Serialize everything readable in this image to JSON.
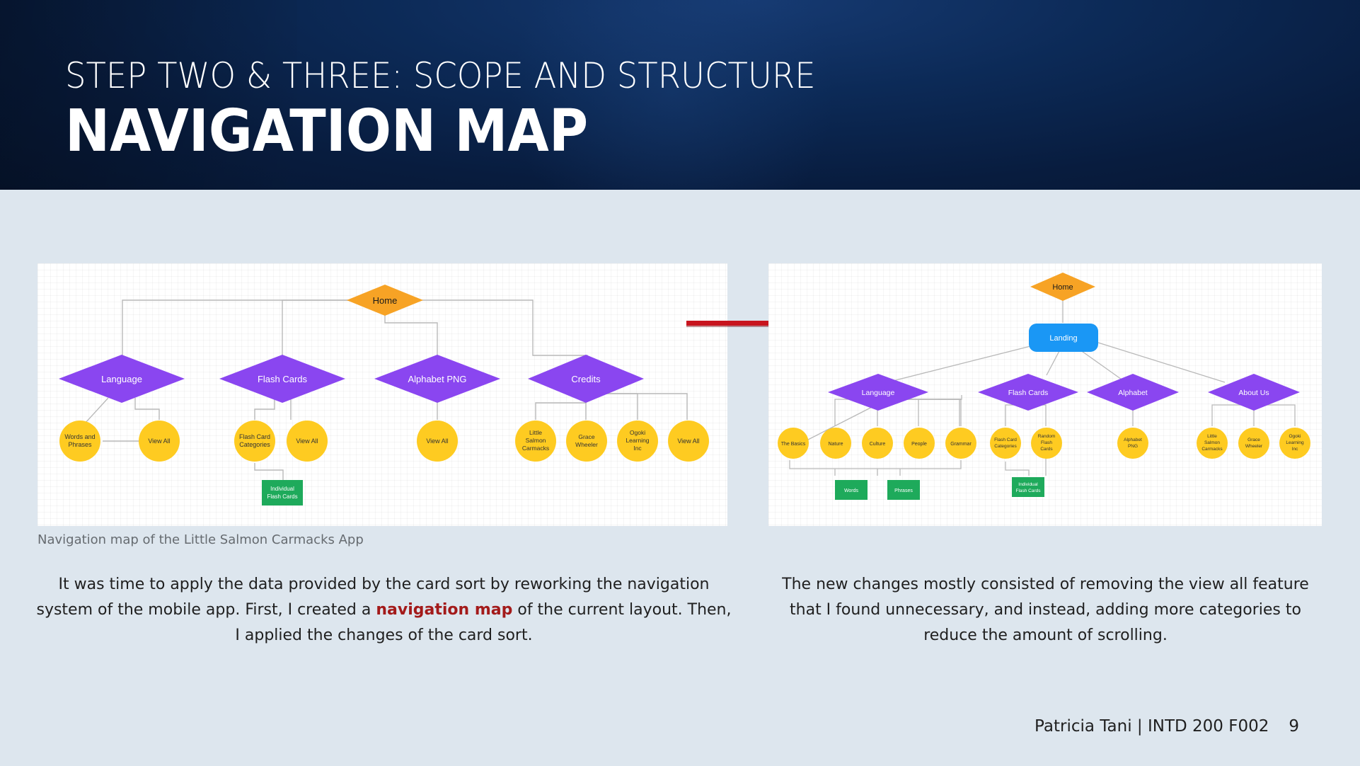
{
  "header": {
    "kicker": "STEP TWO & THREE: SCOPE AND STRUCTURE",
    "title": "NAVIGATION MAP"
  },
  "left_map": {
    "caption": "Navigation map of the Little Salmon Carmacks App",
    "home": "Home",
    "categories": [
      "Language",
      "Flash Cards",
      "Alphabet PNG",
      "Credits"
    ],
    "language_items": [
      "Words and Phrases",
      "View All"
    ],
    "flash_cards_items": [
      "Flash Card Categories",
      "View All"
    ],
    "flash_cards_leaf": "Individual Flash Cards",
    "alphabet_items": [
      "View All"
    ],
    "credits_items": [
      "Little Salmon Carmacks",
      "Grace Wheeler",
      "Ogoki Learning Inc",
      "View All"
    ],
    "colors": {
      "home": "#f7a325",
      "category": "#8a46f0",
      "item": "#fecb21",
      "leaf": "#1eaa5b"
    }
  },
  "right_map": {
    "home": "Home",
    "landing": "Landing",
    "categories": [
      "Language",
      "Flash Cards",
      "Alphabet",
      "About Us"
    ],
    "language_items": [
      "The Basics",
      "Nature",
      "Culture",
      "People",
      "Grammar"
    ],
    "language_leaves": [
      "Words",
      "Phrases"
    ],
    "flash_cards_items": [
      "Flash Card Categories",
      "Random Flash Cards"
    ],
    "flash_cards_leaf": "Individual Flash Cards",
    "alphabet_items": [
      "Alphabet PNG"
    ],
    "about_items": [
      "Little Salmon Carmacks",
      "Grace Wheeler",
      "Ogoki Learning Inc"
    ],
    "colors": {
      "home": "#f7a325",
      "landing": "#1a97f5",
      "category": "#8a46f0",
      "item": "#fecb21",
      "leaf": "#1eaa5b"
    }
  },
  "arrow_color": "#c8141e",
  "description_left": {
    "before": "It was time to apply the data provided by the card sort by reworking the navigation system of the mobile app. First, I created a ",
    "highlight": "navigation map",
    "after": " of the current layout. Then, I applied the changes of the card sort."
  },
  "description_right": "The new changes mostly consisted of removing the view all feature that I found unnecessary, and instead, adding more categories to reduce the amount of scrolling.",
  "footer": {
    "author": "Patricia Tani | INTD 200 F002",
    "page": "9"
  }
}
